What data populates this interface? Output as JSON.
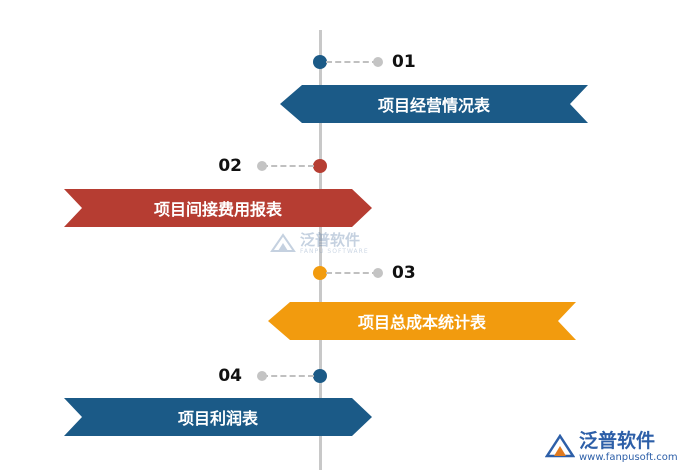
{
  "colors": {
    "blue": "#1b5a87",
    "red": "#b63d32",
    "orange": "#f29b0e",
    "axis": "#c8c8c8",
    "dot": "#c4c4c4"
  },
  "steps": [
    {
      "number": "01",
      "label": "项目经营情况表",
      "color": "#1b5a87",
      "side": "right"
    },
    {
      "number": "02",
      "label": "项目间接费用报表",
      "color": "#b63d32",
      "side": "left"
    },
    {
      "number": "03",
      "label": "项目总成本统计表",
      "color": "#f29b0e",
      "side": "right"
    },
    {
      "number": "04",
      "label": "项目利润表",
      "color": "#1b5a87",
      "side": "left"
    }
  ],
  "watermark": {
    "text": "泛普软件",
    "subtext": "FANPU SOFTWARE",
    "icon": "fanpu-logo-icon"
  },
  "logo": {
    "text": "泛普软件",
    "url": "www.fanpusoft.com",
    "icon": "fanpu-logo-icon"
  }
}
